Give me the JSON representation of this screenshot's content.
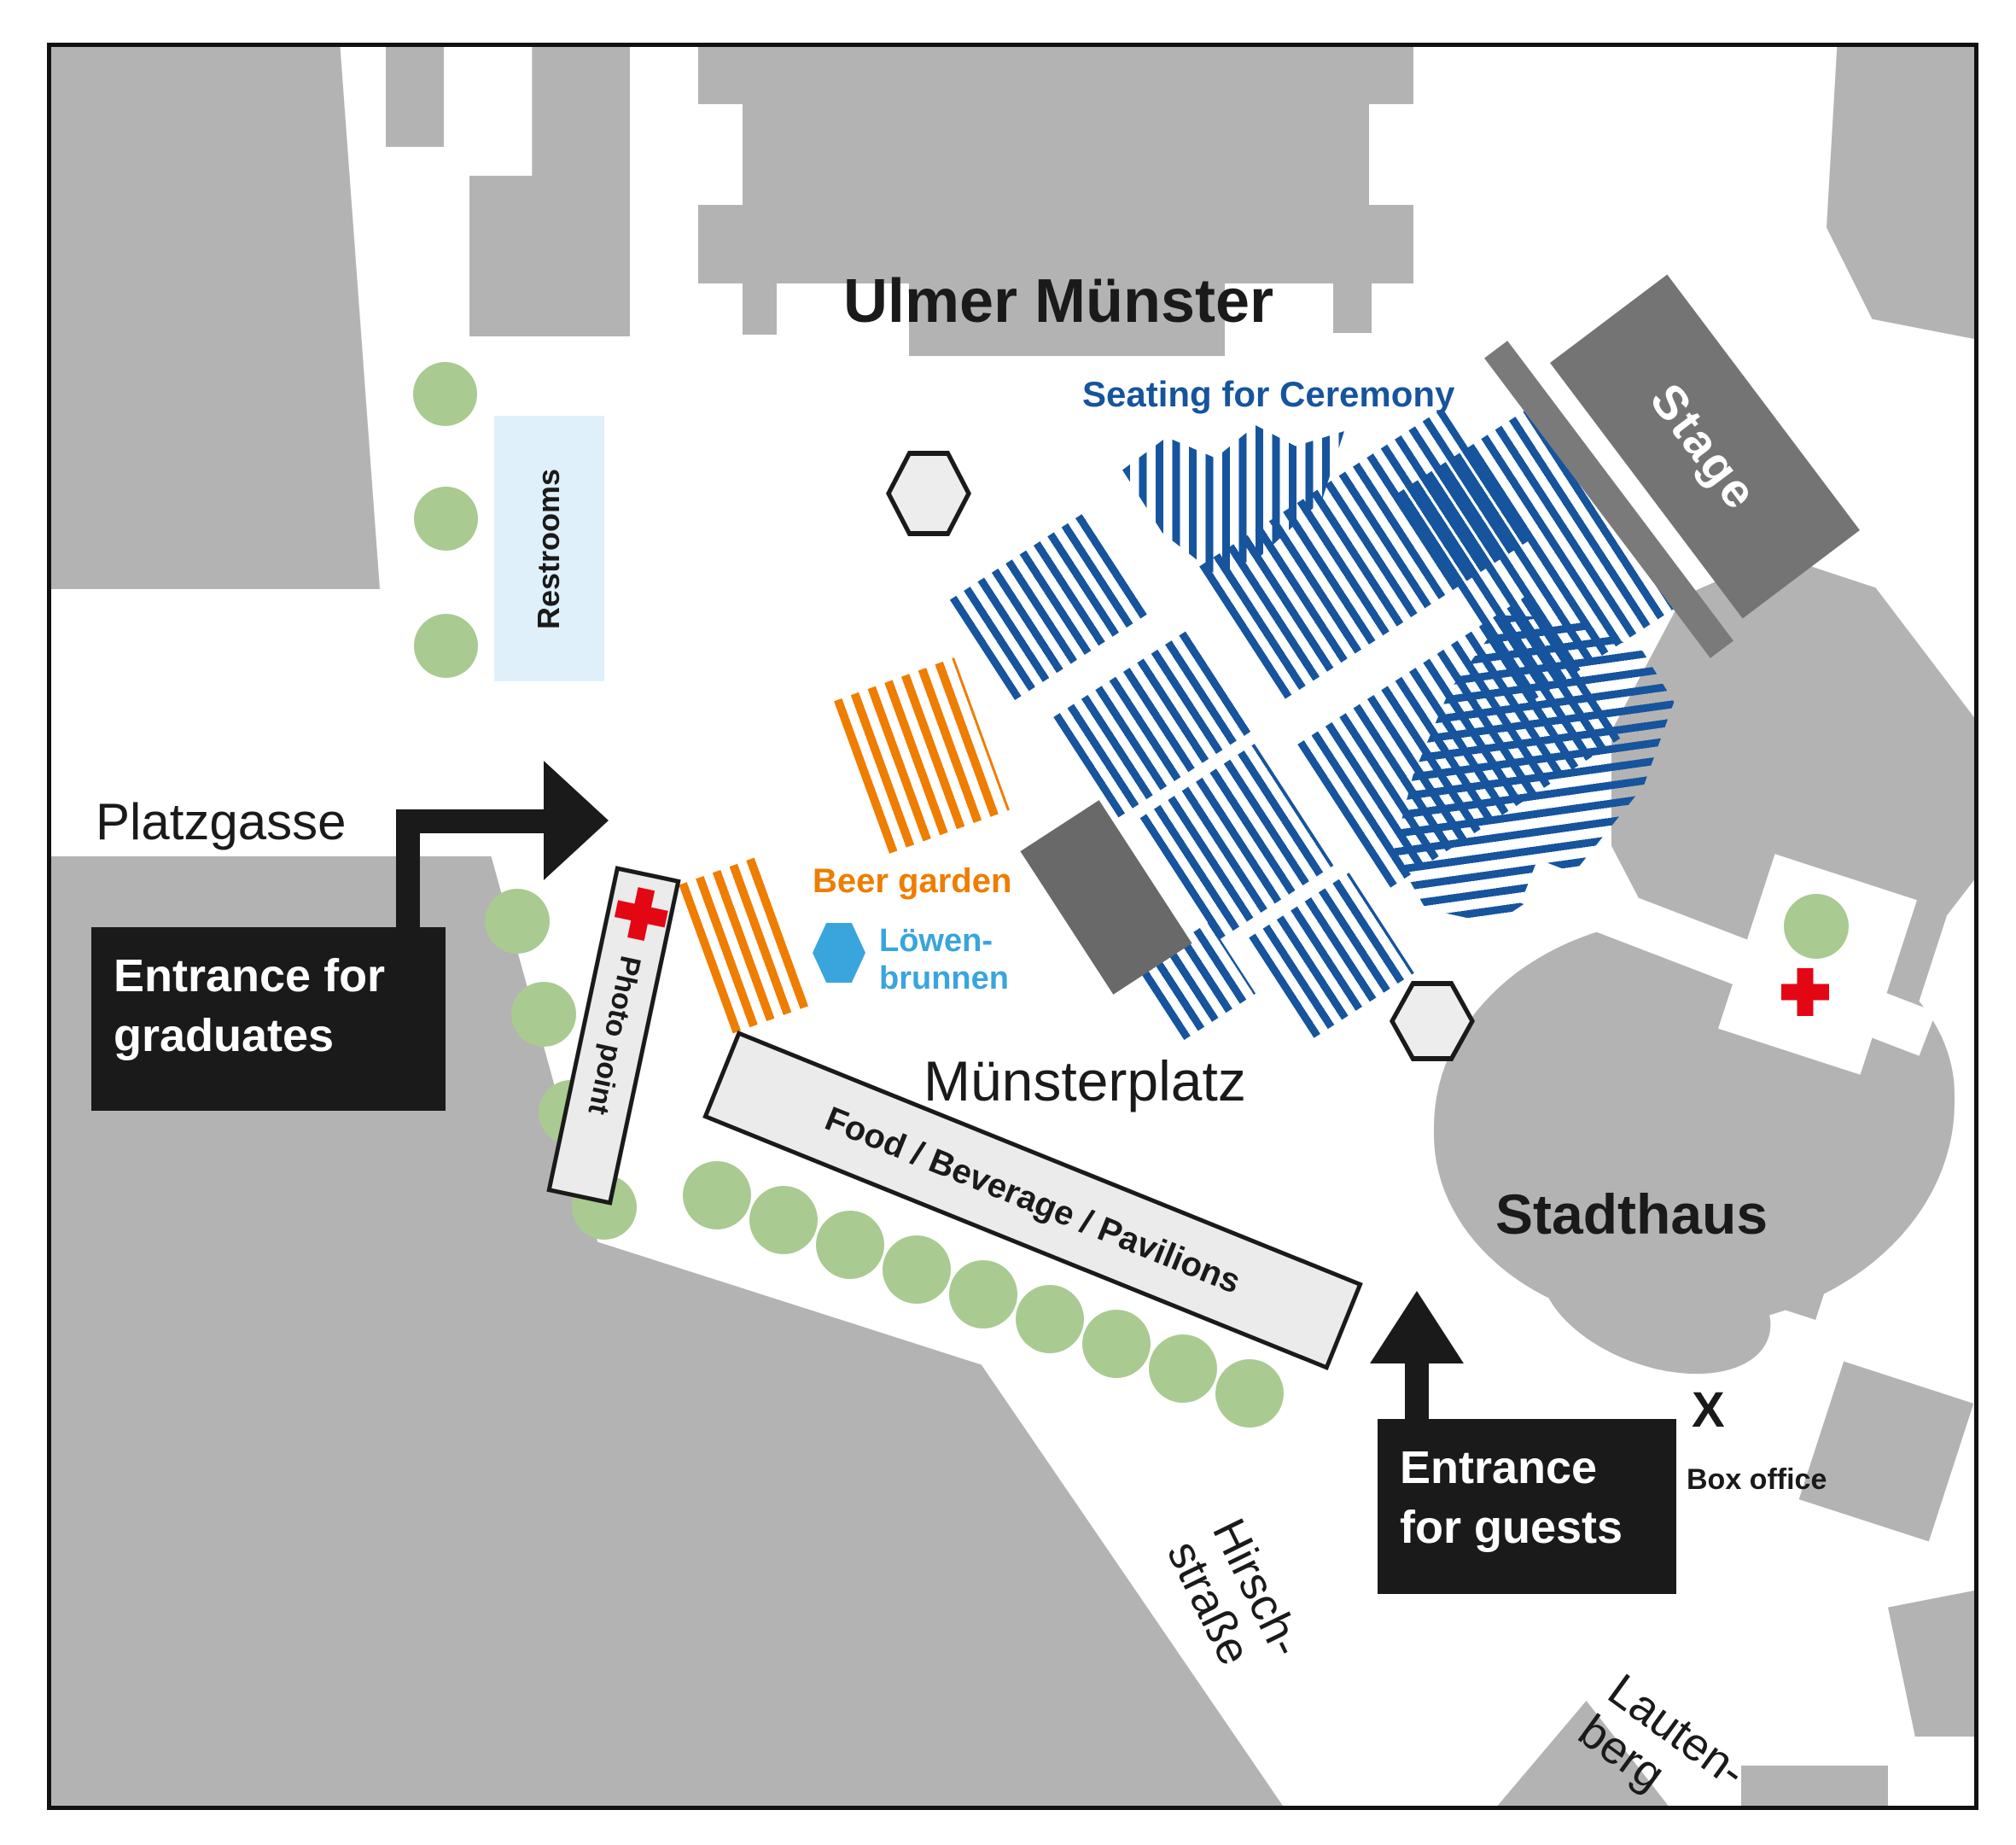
{
  "colors": {
    "building_gray": "#b3b3b3",
    "stage_dark_gray": "#747474",
    "seating_blue": "#16549d",
    "beer_garden_orange": "#ee7d00",
    "fountain_cyan": "#3aa5dc",
    "tree_green": "#a9ca91",
    "first_aid_red": "#e30613",
    "restrooms_light_blue": "#dff0fa",
    "panel_black": "#1a1a1a",
    "light_panel_gray": "#ebebeb",
    "street_white": "#ffffff"
  },
  "buildings": {
    "ulmer_muenster": "Ulmer Münster",
    "stadthaus": "Stadthaus"
  },
  "streets": {
    "platzgasse": "Platzgasse",
    "hirschstrasse": [
      "Hirsch-",
      "straße"
    ],
    "lautenberg": [
      "Lauten-",
      "berg"
    ]
  },
  "areas": {
    "muensterplatz": "Münsterplatz",
    "seating_for_ceremony": "Seating for Ceremony",
    "beer_garden": "Beer garden",
    "stage": "Stage",
    "restrooms": "Restrooms",
    "photo_point": "Photo point",
    "food_beverage": "Food / Beverage / Pavilions",
    "fountain": [
      "Löwen-",
      "brunnen"
    ]
  },
  "markers": {
    "entrance_graduates": [
      "Entrance for",
      "graduates"
    ],
    "entrance_guests": [
      "Entrance",
      "for guests"
    ],
    "box_office_x": "X",
    "box_office": "Box office"
  }
}
